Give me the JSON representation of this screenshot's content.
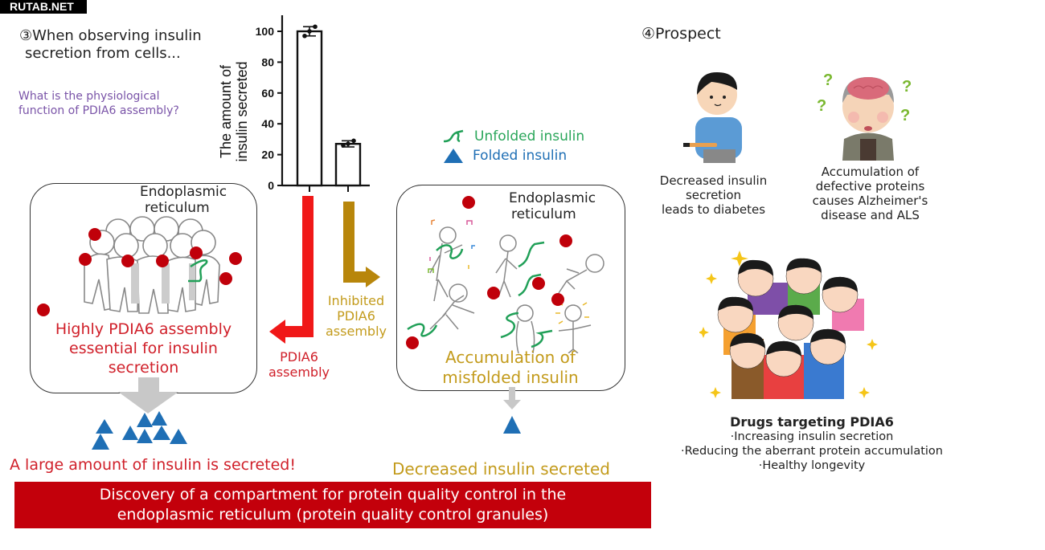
{
  "watermark": "RUTAB.NET",
  "section3": {
    "title_line1": "③When observing insulin",
    "title_line2": "secretion from cells...",
    "question_line1": "What is the physiological",
    "question_line2": "function of PDIA6 assembly?"
  },
  "chart_data": {
    "type": "bar",
    "title": "",
    "xlabel": "",
    "ylabel": "The amount of insulin secreted",
    "ylabel_line1": "The amount of",
    "ylabel_line2": "insulin secreted",
    "categories": [
      "PDIA6 assembly",
      "Inhibited PDIA6 assembly"
    ],
    "values": [
      100,
      27
    ],
    "error": [
      3,
      2
    ],
    "points": [
      [
        97,
        100,
        103
      ],
      [
        26,
        27,
        29
      ]
    ],
    "ylim": [
      0,
      110
    ],
    "yticks": [
      0,
      20,
      40,
      60,
      80,
      100
    ],
    "grid": false,
    "legend": "none"
  },
  "left_panel": {
    "er_line1": "Endoplasmic",
    "er_line2": "reticulum",
    "caption_line1": "Highly PDIA6 assembly",
    "caption_line2": "essential for insulin",
    "caption_line3": "secretion",
    "result": "A large amount of insulin is secreted!"
  },
  "arrows": {
    "red_label_line1": "PDIA6",
    "red_label_line2": "assembly",
    "gold_label_line1": "Inhibited",
    "gold_label_line2": "PDIA6",
    "gold_label_line3": "assembly"
  },
  "legend": {
    "unfolded": "Unfolded insulin",
    "folded": "Folded insulin"
  },
  "right_panel": {
    "er_line1": "Endoplasmic",
    "er_line2": "reticulum",
    "caption_line1": "Accumulation of",
    "caption_line2": "misfolded insulin",
    "result": "Decreased insulin secreted"
  },
  "banner": {
    "line1": "Discovery of a compartment for protein quality control in the",
    "line2": "endoplasmic reticulum (protein quality control granules)"
  },
  "section4": {
    "title": "④Prospect",
    "diabetes_line1": "Decreased insulin",
    "diabetes_line2": "secretion",
    "diabetes_line3": "leads to diabetes",
    "alz_line1": "Accumulation of",
    "alz_line2": "defective proteins",
    "alz_line3": "causes Alzheimer's",
    "alz_line4": "disease and ALS",
    "drugs_title": "Drugs targeting PDIA6",
    "bullets": [
      "·Increasing insulin secretion",
      "·Reducing the aberrant protein accumulation",
      "·Healthy longevity"
    ]
  },
  "colors": {
    "red": "#d0202a",
    "banner_red": "#c3000b",
    "gold": "#c39b1c",
    "arrow_red": "#f01818",
    "arrow_gold": "#b8860b",
    "green": "#2aa65a",
    "blue": "#1f6fb5",
    "purple": "#7a54a8",
    "granule": "#c0000a"
  }
}
